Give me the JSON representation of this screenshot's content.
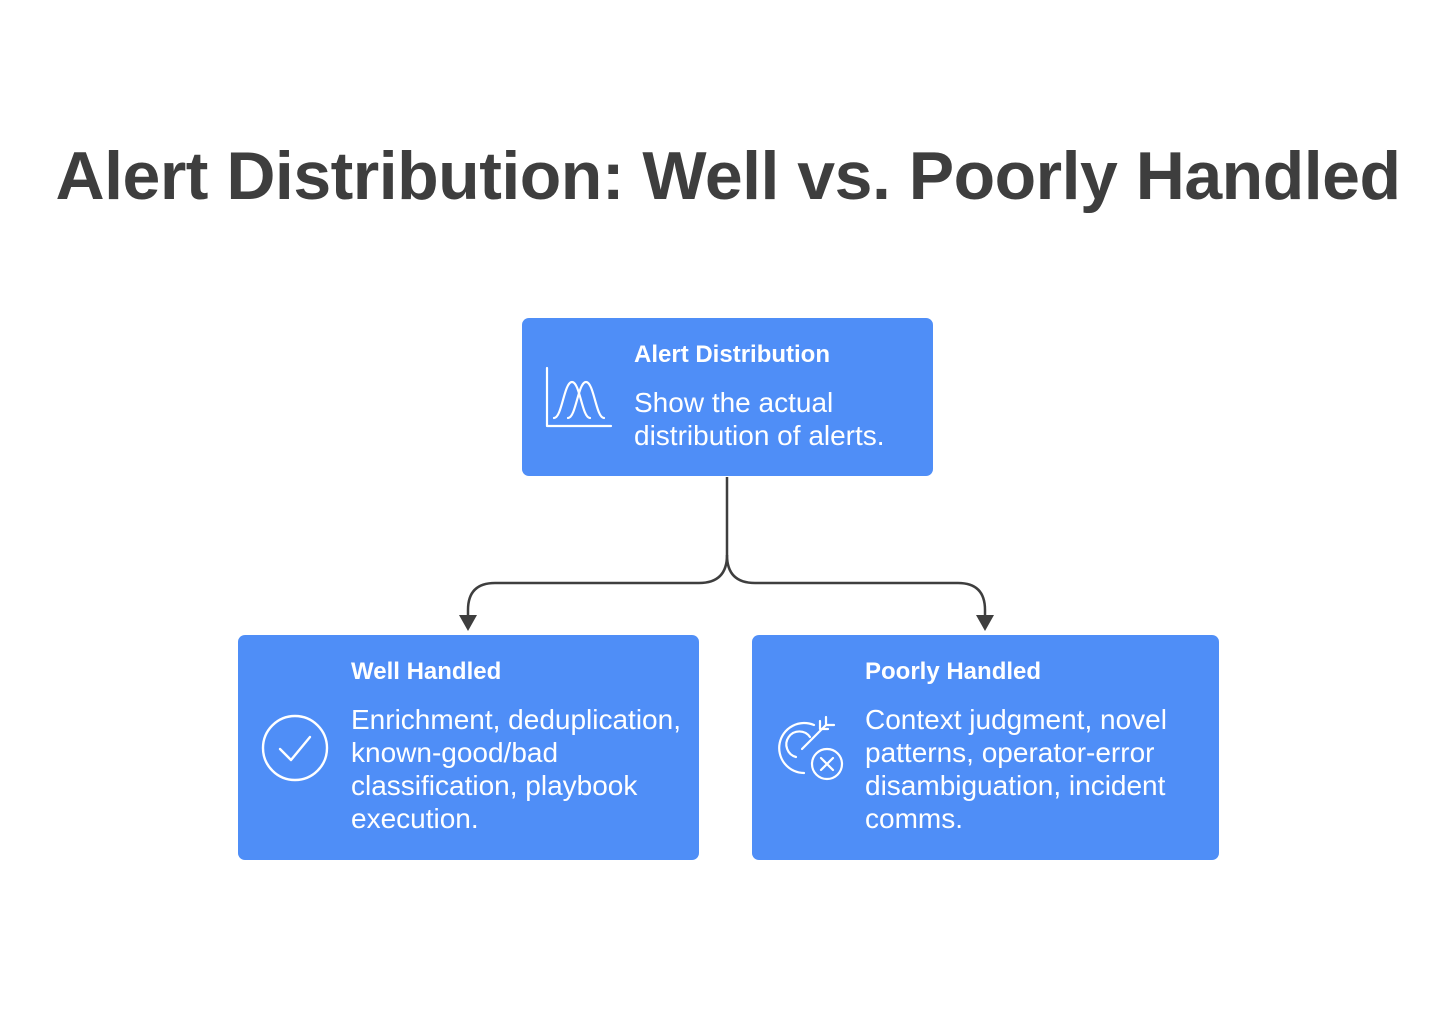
{
  "title": "Alert Distribution: Well vs. Poorly Handled",
  "colors": {
    "box_fill": "#4f8ef7",
    "title_text": "#3e3e3e",
    "connector": "#3e3e3e",
    "box_text": "#ffffff"
  },
  "nodes": {
    "root": {
      "title": "Alert Distribution",
      "description": "Show the actual distribution of alerts.",
      "icon": "distribution-curve-icon"
    },
    "well": {
      "title": "Well Handled",
      "description": "Enrichment, deduplication, known-good/bad classification, playbook execution.",
      "icon": "check-circle-icon"
    },
    "poorly": {
      "title": "Poorly Handled",
      "description": "Context judgment, novel patterns, operator-error disambiguation, incident comms.",
      "icon": "target-miss-icon"
    }
  },
  "edges": [
    {
      "from": "root",
      "to": "well"
    },
    {
      "from": "root",
      "to": "poorly"
    }
  ]
}
